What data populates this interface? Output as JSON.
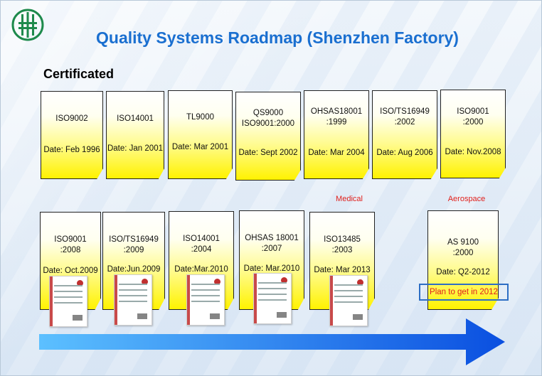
{
  "title": "Quality Systems Roadmap (Shenzhen Factory)",
  "section": "Certificated",
  "row1": [
    {
      "name": "ISO9002",
      "date": "Date: Feb 1996"
    },
    {
      "name": "ISO14001",
      "date": "Date: Jan 2001"
    },
    {
      "name": "TL9000",
      "date": "Date: Mar 2001"
    },
    {
      "name": "QS9000",
      "name2": "ISO9001:2000",
      "date": "Date: Sept 2002"
    },
    {
      "name": "OHSAS18001",
      "name2": ":1999",
      "date": "Date: Mar 2004"
    },
    {
      "name": "ISO/TS16949",
      "name2": ":2002",
      "date": "Date: Aug 2006"
    },
    {
      "name": "ISO9001",
      "name2": ":2000",
      "date": "Date: Nov.2008"
    }
  ],
  "notes": {
    "medical": "Medical",
    "aerospace": "Aerospace"
  },
  "row2": [
    {
      "name": "ISO9001",
      "name2": ":2008",
      "date": "Date: Oct.2009"
    },
    {
      "name": "ISO/TS16949",
      "name2": ":2009",
      "date": "Date:Jun.2009"
    },
    {
      "name": "ISO14001",
      "name2": ":2004",
      "date": "Date:Mar.2010"
    },
    {
      "name": "OHSAS 18001",
      "name2": ":2007",
      "date": "Date: Mar.2010"
    },
    {
      "name": "ISO13485",
      "name2": ":2003",
      "date": "Date: Mar 2013"
    },
    {
      "name": "AS 9100",
      "name2": ":2000",
      "date": "Date:  Q2-2012"
    }
  ],
  "plan": "Plan to get in 2012",
  "colors": {
    "title": "#1a6fd0",
    "card_fill": "#fff200",
    "note": "#e0201c",
    "plan_border": "#2d6ec4",
    "logo": "#1e8a4c"
  }
}
